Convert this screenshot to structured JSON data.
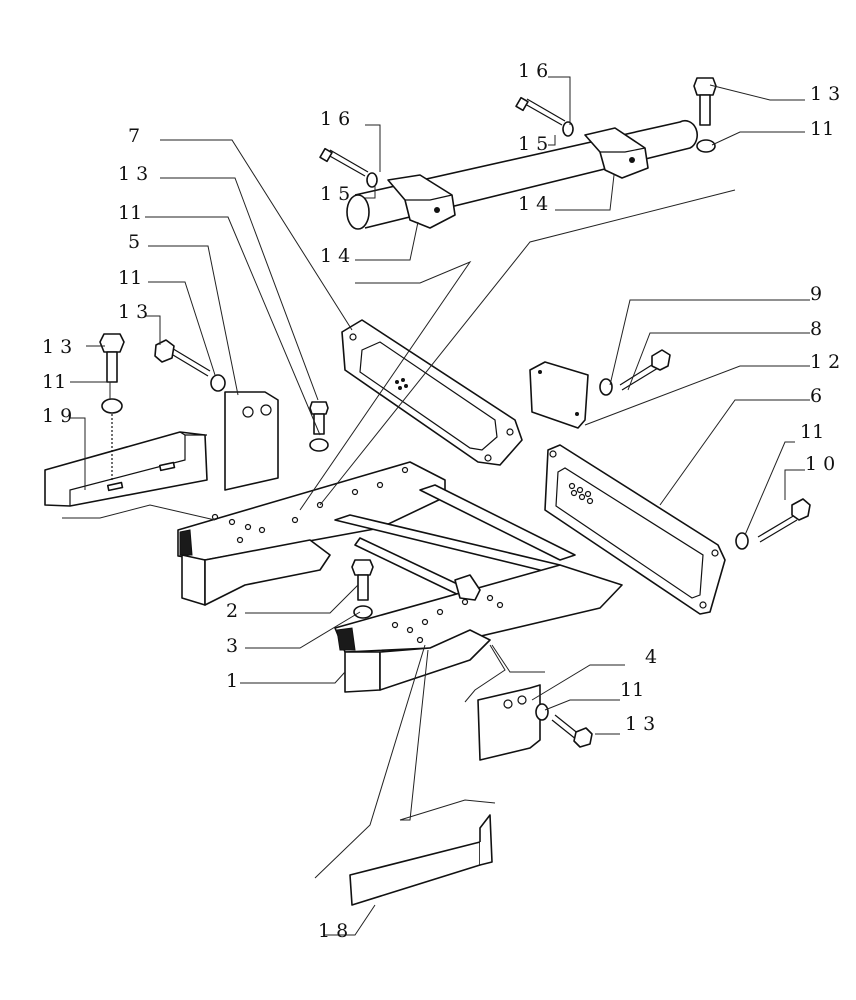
{
  "labels": {
    "l1": "1",
    "l2": "2",
    "l3": "3",
    "l4": "4",
    "l5": "5",
    "l6": "6",
    "l7": "7",
    "l8": "8",
    "l9": "9",
    "l10": "1 0",
    "l11a": "11",
    "l11b": "11",
    "l11c": "11",
    "l11d": "11",
    "l11e": "11",
    "l11f": "11",
    "l12": "1 2",
    "l13a": "1 3",
    "l13b": "1 3",
    "l13c": "1 3",
    "l13d": "1 3",
    "l13e": "1 3",
    "l14a": "1 4",
    "l14b": "1 4",
    "l15a": "1 5",
    "l15b": "1 5",
    "l16a": "1 6",
    "l16b": "1 6",
    "l18": "1 8",
    "l19": "1 9"
  }
}
